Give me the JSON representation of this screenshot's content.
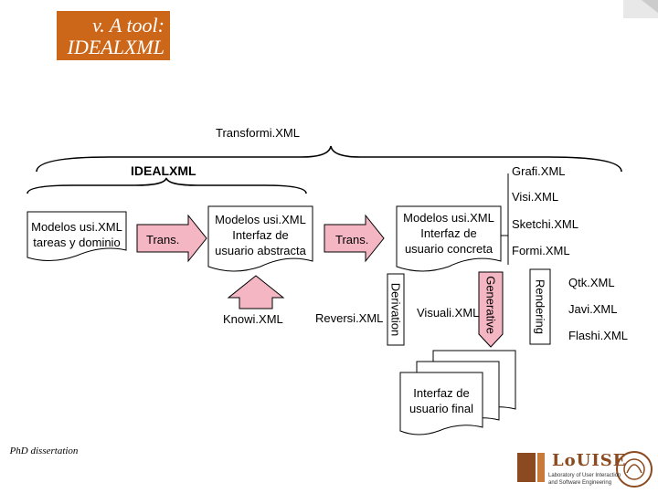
{
  "slide": {
    "title_line1": "v. A tool:",
    "title_line2": "IDEALXML",
    "footer": "PhD dissertation"
  },
  "diagram": {
    "transformixml": "Transformi.XML",
    "idealxml": "IDEALXML",
    "grafixml": "Grafi.XML",
    "visixml": "Visi.XML",
    "sketchixml": "Sketchi.XML",
    "formixml": "Formi.XML",
    "qtkxml": "Qtk.XML",
    "javixml": "Javi.XML",
    "flashixml": "Flashi.XML",
    "knowixml": "Knowi.XML",
    "reversixml": "Reversi.XML",
    "visualixml": "Visuali.XML",
    "trans1": "Trans.",
    "trans2": "Trans.",
    "derivation": "Derivation",
    "generative": "Generative",
    "rendering": "Rendering",
    "doc_tasks": [
      "Modelos usi.XML",
      "tareas y dominio"
    ],
    "doc_abstract": [
      "Modelos usi.XML",
      "Interfaz de",
      "usuario abstracta"
    ],
    "doc_concrete": [
      "Modelos usi.XML",
      "Interfaz de",
      "usuario concreta"
    ],
    "doc_final": [
      "Interfaz de",
      "usuario final"
    ]
  },
  "logo": {
    "name": "LoUISE",
    "subtitle_line1": "Laboratory of User Interaction",
    "subtitle_line2": "and Software Engineering"
  },
  "colors": {
    "title_bg": "#cc6619",
    "arrow_fill": "#f4b6c2",
    "logo_brown": "#8b4a1f"
  }
}
